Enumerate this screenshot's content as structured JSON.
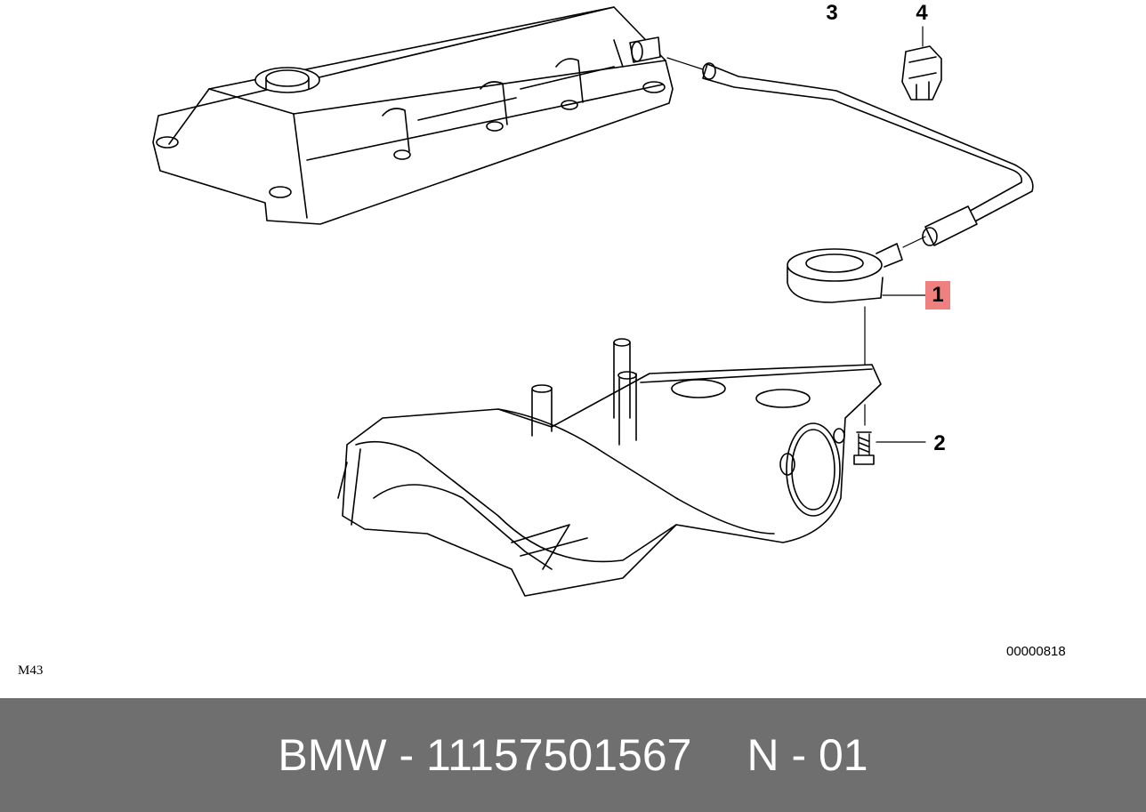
{
  "callouts": {
    "c1": "1",
    "c2": "2",
    "c3": "3",
    "c4": "4"
  },
  "diagram_code": "00000818",
  "model_code": "M43",
  "footer": {
    "part_label": "BMW - 11157501567",
    "position_label": "N - 01"
  },
  "colors": {
    "highlight": "#f08080",
    "footer_bg": "#6f6f6f"
  }
}
